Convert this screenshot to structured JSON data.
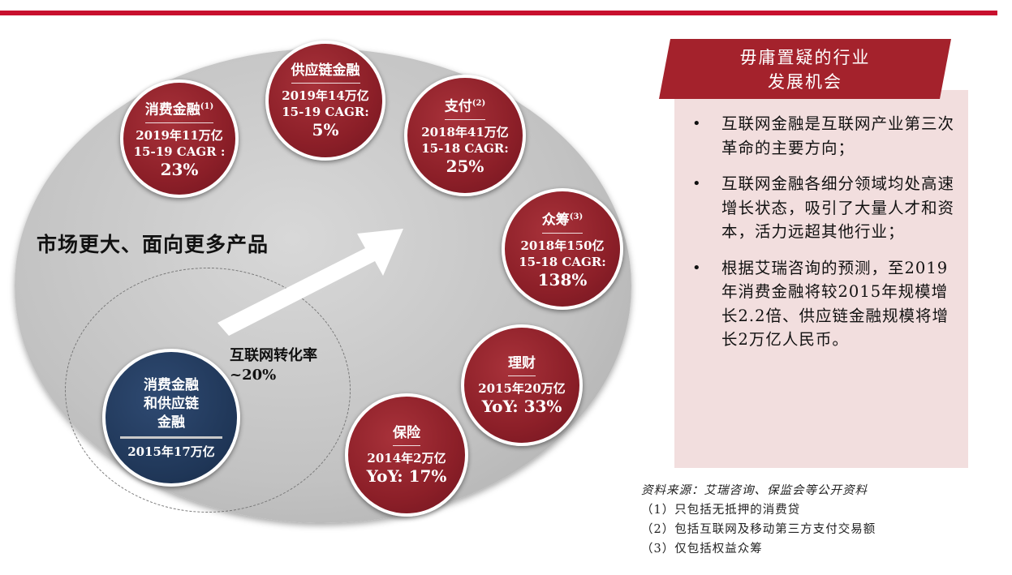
{
  "market_text": "市场更大、面向更多产品",
  "conversion": {
    "line1": "互联网转化率",
    "line2": "~20%"
  },
  "circles": {
    "consumer": {
      "title": "消费金融",
      "note": "(1)",
      "lines": [
        "2019年11万亿",
        "15-19 CAGR :"
      ],
      "big": "23%"
    },
    "supply": {
      "title": "供应链金融",
      "note": "",
      "lines": [
        "2019年14万亿",
        "15-19 CAGR:"
      ],
      "big": "5%"
    },
    "payment": {
      "title": "支付",
      "note": "(2)",
      "lines": [
        "2018年41万亿",
        "15-18 CAGR:"
      ],
      "big": "25%"
    },
    "crowd": {
      "title": "众筹",
      "note": "(3)",
      "lines": [
        "2018年150亿",
        "15-18 CAGR:"
      ],
      "big": "138%"
    },
    "wealth": {
      "title": "理财",
      "lines": [
        "2015年20万亿"
      ],
      "big": "YoY: 33%"
    },
    "insurance": {
      "title": "保险",
      "lines": [
        "2014年2万亿"
      ],
      "big": "YoY:  17%"
    },
    "base": {
      "title_lines": [
        "消费金融",
        "和供应链",
        "金融"
      ],
      "value": "2015年17万亿"
    }
  },
  "box": {
    "title_lines": [
      "毋庸置疑的行业",
      "发展机会"
    ],
    "bullets": [
      "互联网金融是互联网产业第三次革命的主要方向；",
      "互联网金融各细分领域均处高速增长状态，吸引了大量人才和资本，活力远超其他行业；",
      "根据艾瑞咨询的预测，至2019年消费金融将较2015年规模增长2.2倍、供应链金融规模将增长2万亿人民币。"
    ]
  },
  "source": {
    "head": "资料来源：艾瑞咨询、保监会等公开资料",
    "notes": [
      "（1）只包括无抵押的消费贷",
      "（2）包括互联网及移动第三方支付交易额",
      "（3）仅包括权益众筹"
    ]
  },
  "colors": {
    "accent_red": "#c8102e",
    "circle_red": "#8c1f28",
    "circle_navy": "#1f3657",
    "box_pink": "#f2dede",
    "title_red": "#a4222c"
  }
}
